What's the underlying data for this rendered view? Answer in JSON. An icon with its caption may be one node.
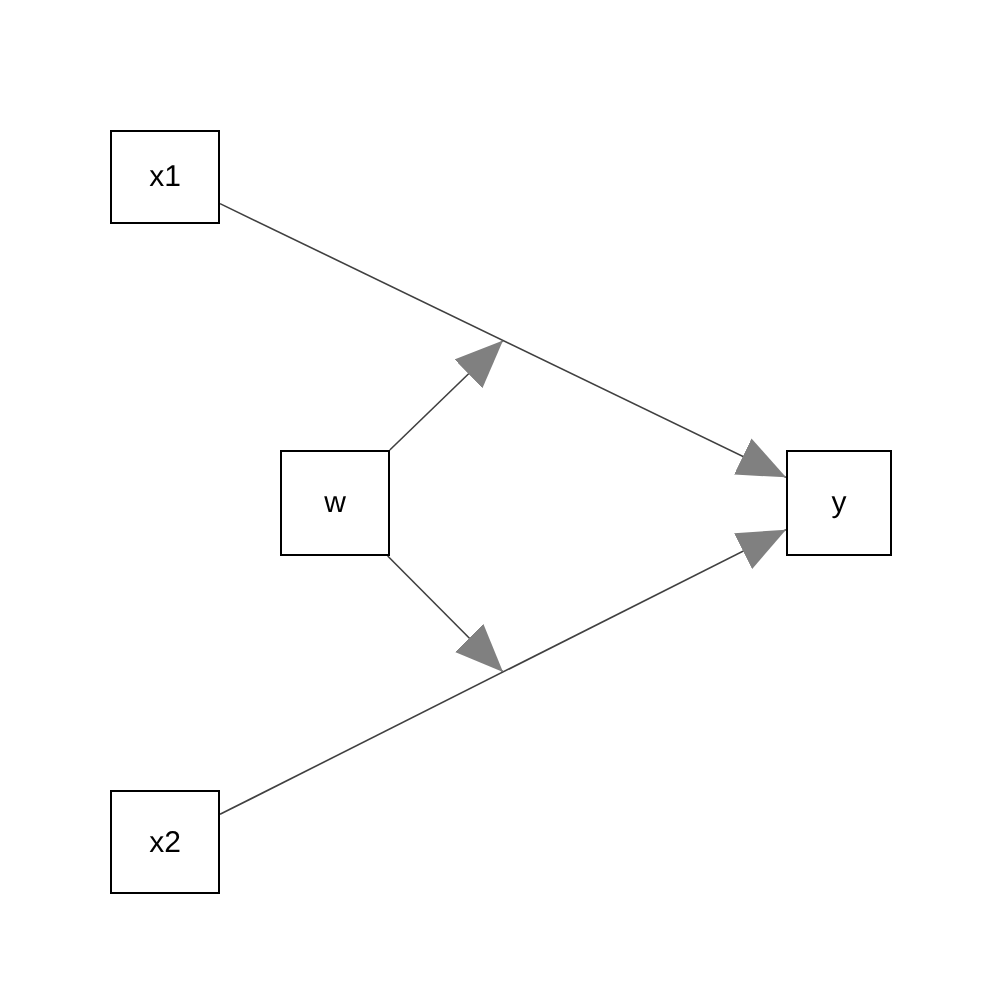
{
  "diagram": {
    "nodes": [
      {
        "text": [
          "x1"
        ]
      },
      {
        "text": [
          "w"
        ]
      },
      {
        "text": [
          "y"
        ]
      },
      {
        "text": [
          "x2"
        ]
      }
    ],
    "edges": [
      {
        "from": 0,
        "to": 2,
        "arrow": "to"
      },
      {
        "from": 3,
        "to": 2,
        "arrow": "to"
      },
      {
        "from": 1,
        "to": null,
        "arrow": "to"
      },
      {
        "from": 1,
        "to": null,
        "arrow": "to"
      }
    ]
  }
}
